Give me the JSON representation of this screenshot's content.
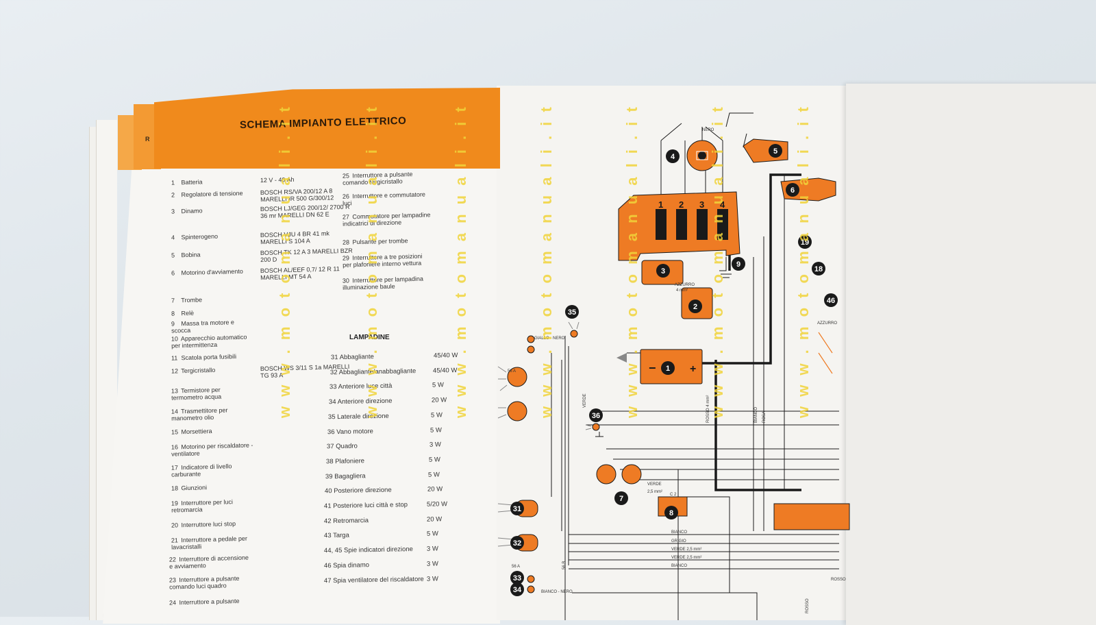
{
  "title": "SCHEMA IMPIANTO ELETTRICO",
  "tab_mark": "R",
  "components": [
    {
      "n": "1",
      "label": "Batteria",
      "spec": "12 V - 40 Ah"
    },
    {
      "n": "2",
      "label": "Regolatore di tensione",
      "spec": "BOSCH RS/VA 200/12 A 8 MARELLI IR 500 G/300/12"
    },
    {
      "n": "3",
      "label": "Dinamo",
      "spec": "BOSCH LJ/GEG 200/12/ 2700 R 36 mr MARELLI DN 62 E"
    },
    {
      "n": "4",
      "label": "Spinterogeno",
      "spec": "BOSCH VJU 4 BR 41 mk MARELLI S 104 A"
    },
    {
      "n": "5",
      "label": "Bobina",
      "spec": "BOSCH TK 12 A 3 MARELLI BZR 200 D"
    },
    {
      "n": "6",
      "label": "Motorino d'avviamento",
      "spec": "BOSCH AL/EEF 0,7/ 12 R 11 MARELLI MT 54 A"
    },
    {
      "n": "7",
      "label": "Trombe",
      "spec": ""
    },
    {
      "n": "8",
      "label": "Relè",
      "spec": ""
    },
    {
      "n": "9",
      "label": "Massa tra motore e scocca",
      "spec": ""
    },
    {
      "n": "10",
      "label": "Apparecchio automatico per intermittenza",
      "spec": ""
    },
    {
      "n": "11",
      "label": "Scatola porta fusibili",
      "spec": ""
    },
    {
      "n": "12",
      "label": "Tergicristallo",
      "spec": "BOSCH WS 3/11 S 1a MARELLI TG 93 A"
    },
    {
      "n": "13",
      "label": "Termistore per termometro acqua",
      "spec": ""
    },
    {
      "n": "14",
      "label": "Trasmettitore per manometro olio",
      "spec": ""
    },
    {
      "n": "15",
      "label": "Morsettiera",
      "spec": ""
    },
    {
      "n": "16",
      "label": "Motorino per riscaldatore - ventilatore",
      "spec": ""
    },
    {
      "n": "17",
      "label": "Indicatore di livello carburante",
      "spec": ""
    },
    {
      "n": "18",
      "label": "Giunzioni",
      "spec": ""
    },
    {
      "n": "19",
      "label": "Interruttore per luci retromarcia",
      "spec": ""
    },
    {
      "n": "20",
      "label": "Interruttore luci stop",
      "spec": ""
    },
    {
      "n": "21",
      "label": "Interruttore a pedale per lavacristalli",
      "spec": ""
    },
    {
      "n": "22",
      "label": "Interruttore di accensione e avviamento",
      "spec": ""
    },
    {
      "n": "23",
      "label": "Interruttore a pulsante comando luci quadro",
      "spec": ""
    },
    {
      "n": "24",
      "label": "Interruttore a pulsante",
      "spec": ""
    }
  ],
  "components_b": [
    {
      "n": "25",
      "label": "Interruttore a pulsante comando tergicristallo"
    },
    {
      "n": "26",
      "label": "Interruttore e commutatore luci"
    },
    {
      "n": "27",
      "label": "Commutatore per lampadine indicatrici di direzione"
    },
    {
      "n": "28",
      "label": "Pulsante per trombe"
    },
    {
      "n": "29",
      "label": "Interruttore a tre posizioni per plafoniere interno vettura"
    },
    {
      "n": "30",
      "label": "Interruttore per lampadina illuminazione baule"
    }
  ],
  "lamps_title": "LAMPADINE",
  "lamps": [
    {
      "n": "31",
      "label": "Abbagliante",
      "w": "45/40 W"
    },
    {
      "n": "32",
      "label": "Abbagliante/anabbagliante",
      "w": "45/40 W"
    },
    {
      "n": "33",
      "label": "Anteriore luce città",
      "w": "5 W"
    },
    {
      "n": "34",
      "label": "Anteriore direzione",
      "w": "20 W"
    },
    {
      "n": "35",
      "label": "Laterale direzione",
      "w": "5 W"
    },
    {
      "n": "36",
      "label": "Vano motore",
      "w": "5 W"
    },
    {
      "n": "37",
      "label": "Quadro",
      "w": "3 W"
    },
    {
      "n": "38",
      "label": "Plafoniere",
      "w": "5 W"
    },
    {
      "n": "39",
      "label": "Bagagliera",
      "w": "5 W"
    },
    {
      "n": "40",
      "label": "Posteriore direzione",
      "w": "20 W"
    },
    {
      "n": "41",
      "label": "Posteriore luci città e stop",
      "w": "5/20 W"
    },
    {
      "n": "42",
      "label": "Retromarcia",
      "w": "20 W"
    },
    {
      "n": "43",
      "label": "Targa",
      "w": "5 W"
    },
    {
      "n": "44, 45",
      "label": "Spie indicatori direzione",
      "w": "3 W"
    },
    {
      "n": "46",
      "label": "Spia dinamo",
      "w": "3 W"
    },
    {
      "n": "47",
      "label": "Spia ventilatore del riscaldatore",
      "w": "3 W"
    }
  ],
  "watermark": "w w w . m o t o m a n u a l i . i t",
  "diagram": {
    "callouts": [
      "1",
      "2",
      "3",
      "4",
      "5",
      "6",
      "7",
      "8",
      "9",
      "18",
      "19",
      "31",
      "32",
      "33",
      "34",
      "35",
      "36",
      "46"
    ],
    "wire_labels": {
      "nero": "NERO",
      "azzurro": "AZZURRO",
      "azzurro_4": "4 mm²",
      "giallo_nero": "GIALLO - NERO",
      "verde": "VERDE",
      "verde_25": "2,5 mm²",
      "bianco": "BIANCO",
      "grigio": "GRIGIO",
      "verde_25b": "VERDE 2,5 mm²",
      "verde_25c": "VERDE 2,5 mm²",
      "rosso": "ROSSO",
      "rosa": "ROSA",
      "bianco_nero": "BIANCO - NERO",
      "c2": "C 2",
      "a56": "56 A",
      "b56": "56 B",
      "rosso_4": "ROSSO 4 mm²",
      "pin1": "1",
      "pin2": "2",
      "pin3": "3",
      "pin4": "4"
    }
  },
  "colors": {
    "accent": "#f08a1c",
    "diagram_orange": "#ee7b24",
    "wire": "#1a1a1a",
    "watermark": "#f1d43a"
  }
}
